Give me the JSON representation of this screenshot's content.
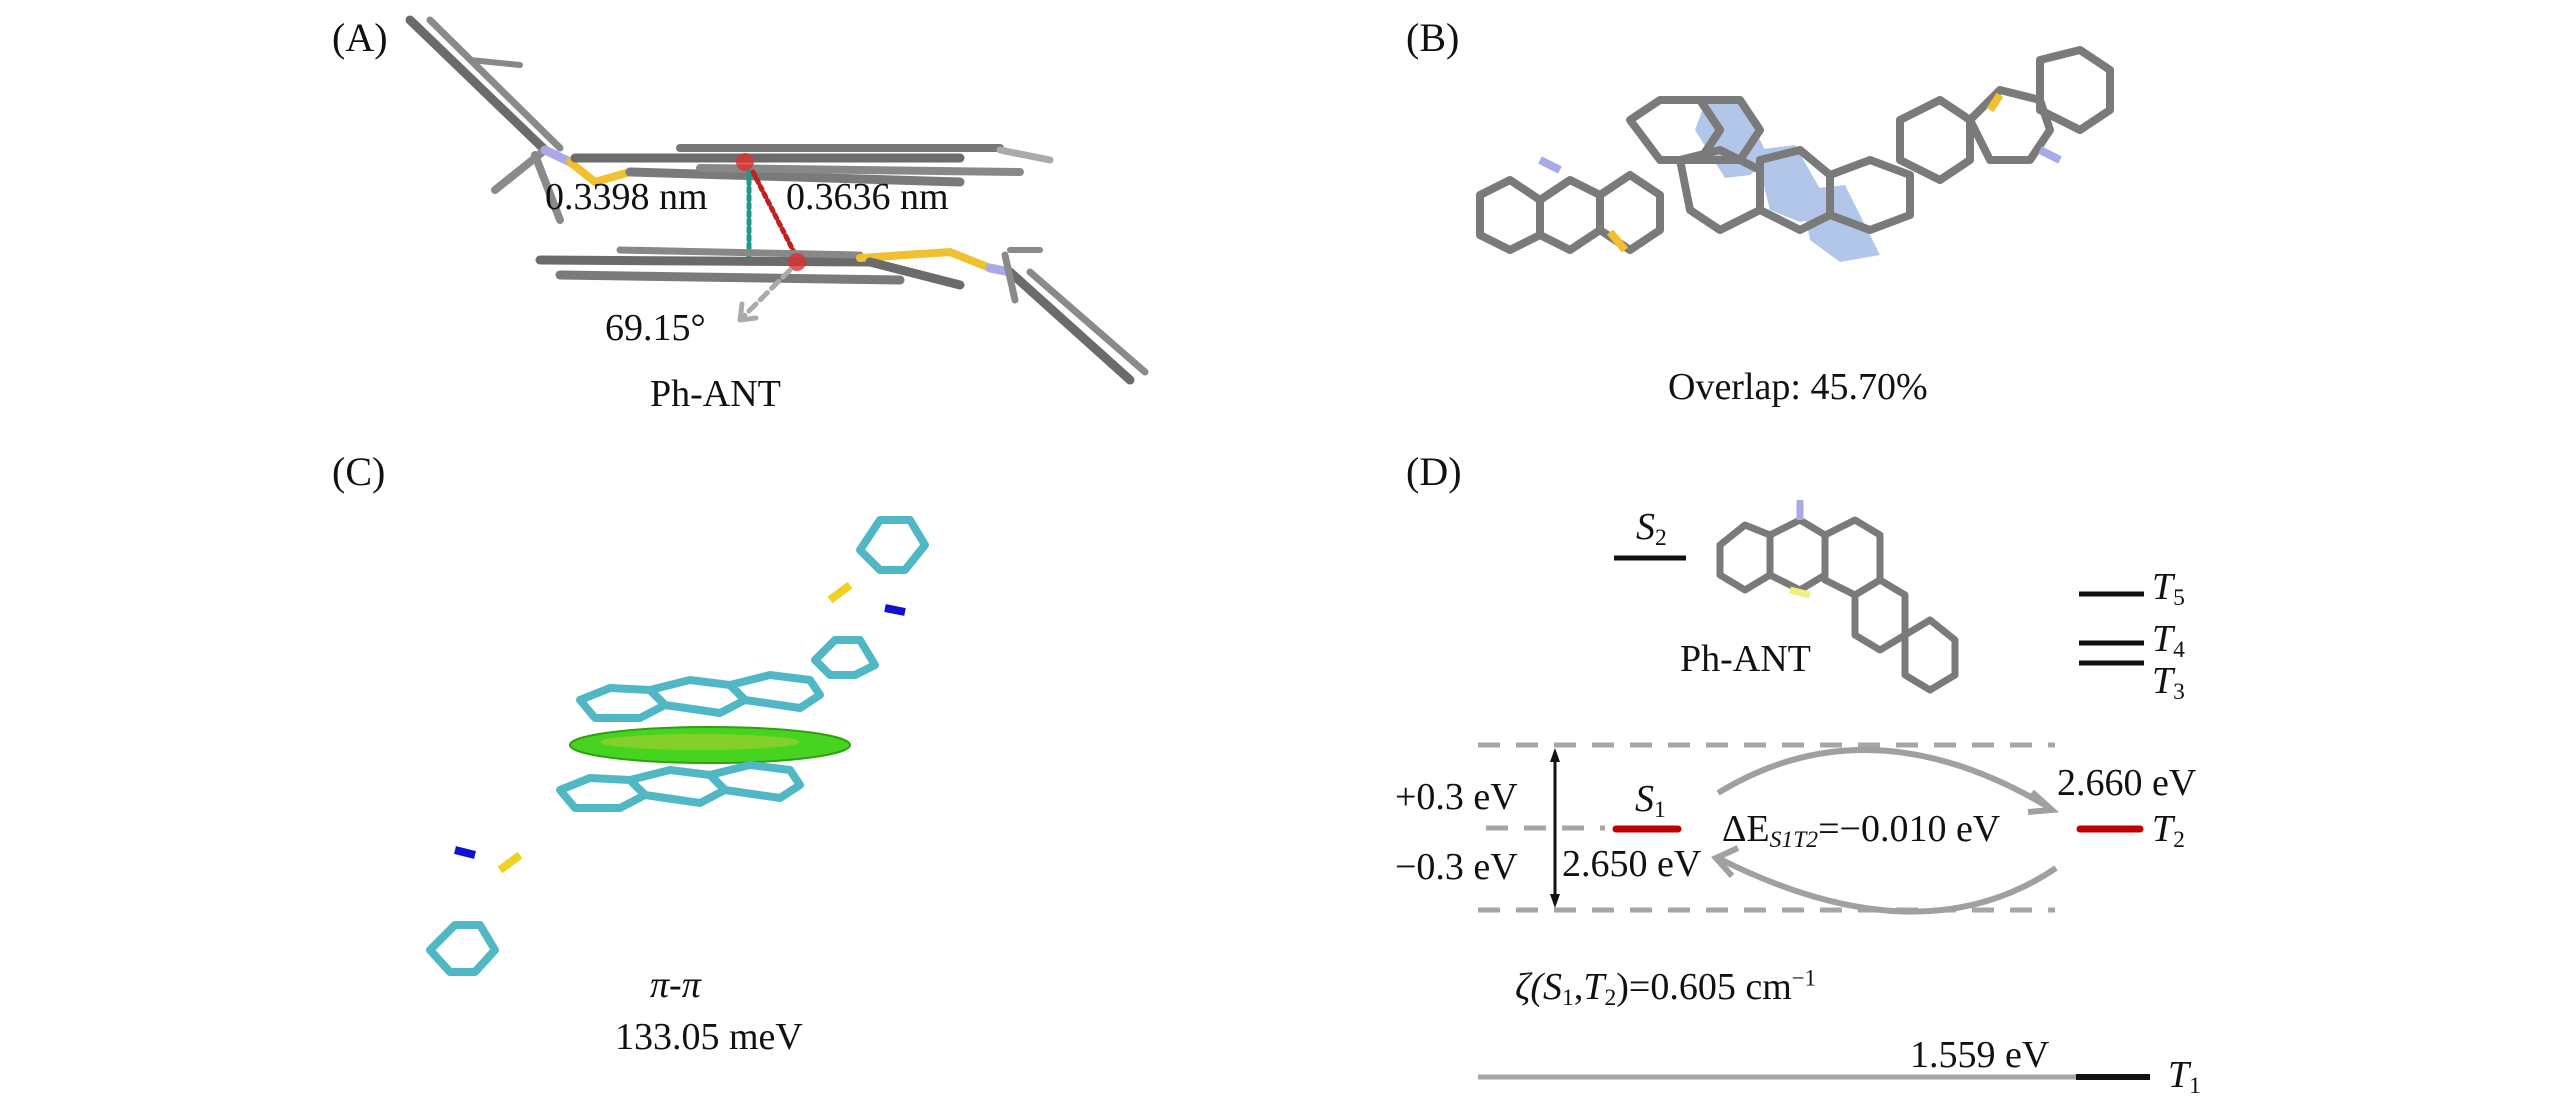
{
  "figure": {
    "panels": {
      "A": {
        "label": "(A)",
        "distance_1": "0.3398 nm",
        "distance_2": "0.3636 nm",
        "angle": "69.15°",
        "molecule_name": "Ph-ANT"
      },
      "B": {
        "label": "(B)",
        "overlap_caption": "Overlap: 45.70%"
      },
      "C": {
        "label": "(C)",
        "interaction_type": "π-π",
        "interaction_energy": "133.05 meV"
      },
      "D": {
        "label": "(D)",
        "molecule_name": "Ph-ANT",
        "states": {
          "S2": {
            "sym": "S",
            "sub": "2"
          },
          "T5": {
            "sym": "T",
            "sub": "5"
          },
          "T4": {
            "sym": "T",
            "sub": "4"
          },
          "T3": {
            "sym": "T",
            "sub": "3"
          },
          "S1": {
            "sym": "S",
            "sub": "1"
          },
          "T2": {
            "sym": "T",
            "sub": "2"
          },
          "T1": {
            "sym": "T",
            "sub": "1"
          }
        },
        "window_plus": "+0.3 eV",
        "window_minus": "−0.3 eV",
        "s1_energy": "2.650 eV",
        "t2_energy": "2.660 eV",
        "t1_energy": "1.559 eV",
        "delta_e_prefix": "ΔE",
        "delta_e_sub": "S1T2",
        "delta_e_value": "=−0.010 eV",
        "soc_prefix": "ζ(",
        "soc_s": "S",
        "soc_s_sub": "1",
        "soc_sep": ",",
        "soc_t": "T",
        "soc_t_sub": "2",
        "soc_value": ")=0.605 cm",
        "soc_exp": "−1"
      }
    },
    "colors": {
      "highlight_level": "#c00000",
      "level": "#111111",
      "dashed": "#a6a6a6",
      "carbon": "#7a7a7a",
      "carbon_c": "#4fb8c4",
      "nitrogen": "#a9a9e8",
      "nitrogen_c": "#1010d0",
      "sulfur": "#f0c030",
      "overlap_fill": "#a9c0e6",
      "rdg_green": "#46d420"
    }
  }
}
